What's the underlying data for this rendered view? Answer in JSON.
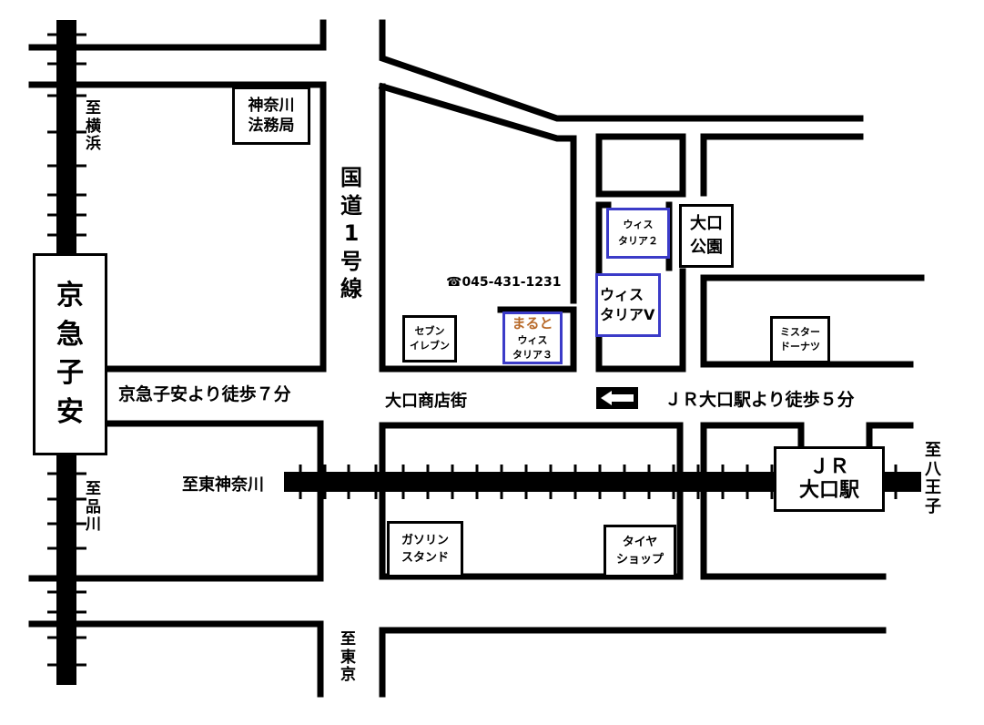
{
  "colors": {
    "line": "#000000",
    "building_blue": "#3b3bc8",
    "maruto_brown": "#b86a2a",
    "arrow_fill": "#ffffff"
  },
  "icons": {
    "phone": "phone-icon",
    "direction_arrow": "left-arrow-icon"
  },
  "stations": {
    "keikyu_koyasu": [
      "京",
      "急",
      "子",
      "安"
    ],
    "jr_oguchi": [
      "ＪＲ",
      "大口駅"
    ]
  },
  "directions": {
    "yokohama": [
      "至",
      "横",
      "浜"
    ],
    "shinagawa": [
      "至",
      "品",
      "川"
    ],
    "tokyo": [
      "至",
      "東",
      "京"
    ],
    "hachioji": [
      "至",
      "八",
      "王",
      "子"
    ],
    "higashi_kanagawa": "至東神奈川"
  },
  "roads": {
    "route1": [
      "国",
      "道",
      "1",
      "号",
      "線"
    ],
    "shopping_street": "大口商店街"
  },
  "walking": {
    "from_keikyu": "京急子安より徒歩７分",
    "from_jr": "ＪＲ大口駅より徒歩５分"
  },
  "phone": "☎045-431-1231",
  "landmarks": {
    "legal_bureau": [
      "神奈川",
      "法務局"
    ],
    "seven_eleven": [
      "セブン",
      "イレブン"
    ],
    "park": [
      "大口",
      "公園"
    ],
    "mister_donut": [
      "ミスター",
      "ドーナツ"
    ],
    "gas_station": [
      "ガソリン",
      "スタンド"
    ],
    "tire_shop": [
      "タイヤ",
      "ショップ"
    ]
  },
  "buildings": {
    "wisteria2": [
      "ウィス",
      "タリア２"
    ],
    "wisteria5": [
      "ウィス",
      "タリアV"
    ],
    "maruto": "まると",
    "wisteria3": [
      "ウィス",
      "タリア３"
    ]
  }
}
